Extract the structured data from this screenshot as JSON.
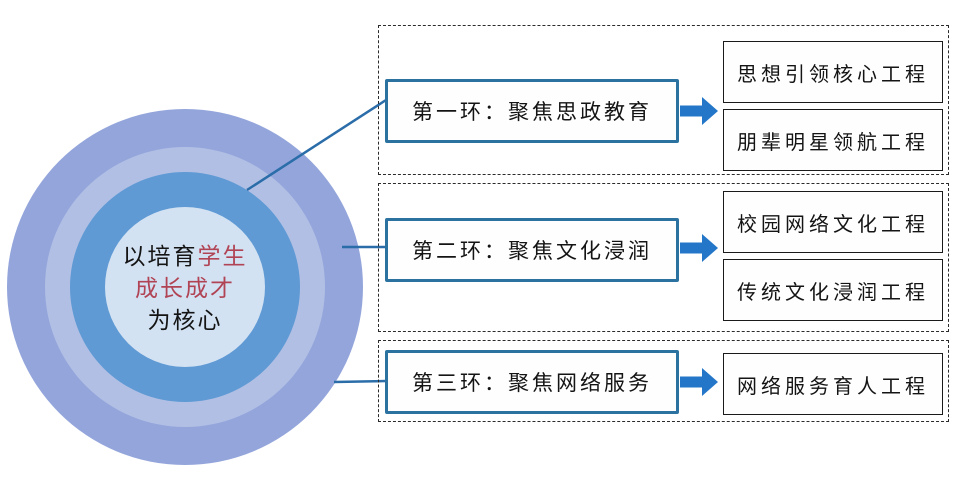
{
  "diagram": {
    "core_circle": {
      "line1_black": "以培育",
      "line1_red": "学生",
      "line2_red": "成长成才",
      "line3_black": "为核心"
    },
    "rings": [
      {
        "name": "outer-ring",
        "color": "#93a5db"
      },
      {
        "name": "second-ring",
        "color": "#b1bfe4"
      },
      {
        "name": "third-ring",
        "color": "#5f9ad4"
      },
      {
        "name": "core-circle",
        "color": "#d3e2f3"
      }
    ],
    "groups": [
      {
        "label": "第一环：聚焦思政教育",
        "projects": [
          "思想引领核心工程",
          "朋辈明星领航工程"
        ]
      },
      {
        "label": "第二环：聚焦文化浸润",
        "projects": [
          "校园网络文化工程",
          "传统文化浸润工程"
        ]
      },
      {
        "label": "第三环：聚焦网络服务",
        "projects": [
          "网络服务育人工程"
        ]
      }
    ],
    "icons": {
      "arrow": "right-block-arrow-icon"
    },
    "colors": {
      "label_box_border": "#2b72a0",
      "arrow_blue": "#2477c8",
      "connector_line": "#2a6da9",
      "red_text": "#b04455",
      "black_text": "#141414",
      "dashed_border": "#2b2b2b"
    }
  }
}
